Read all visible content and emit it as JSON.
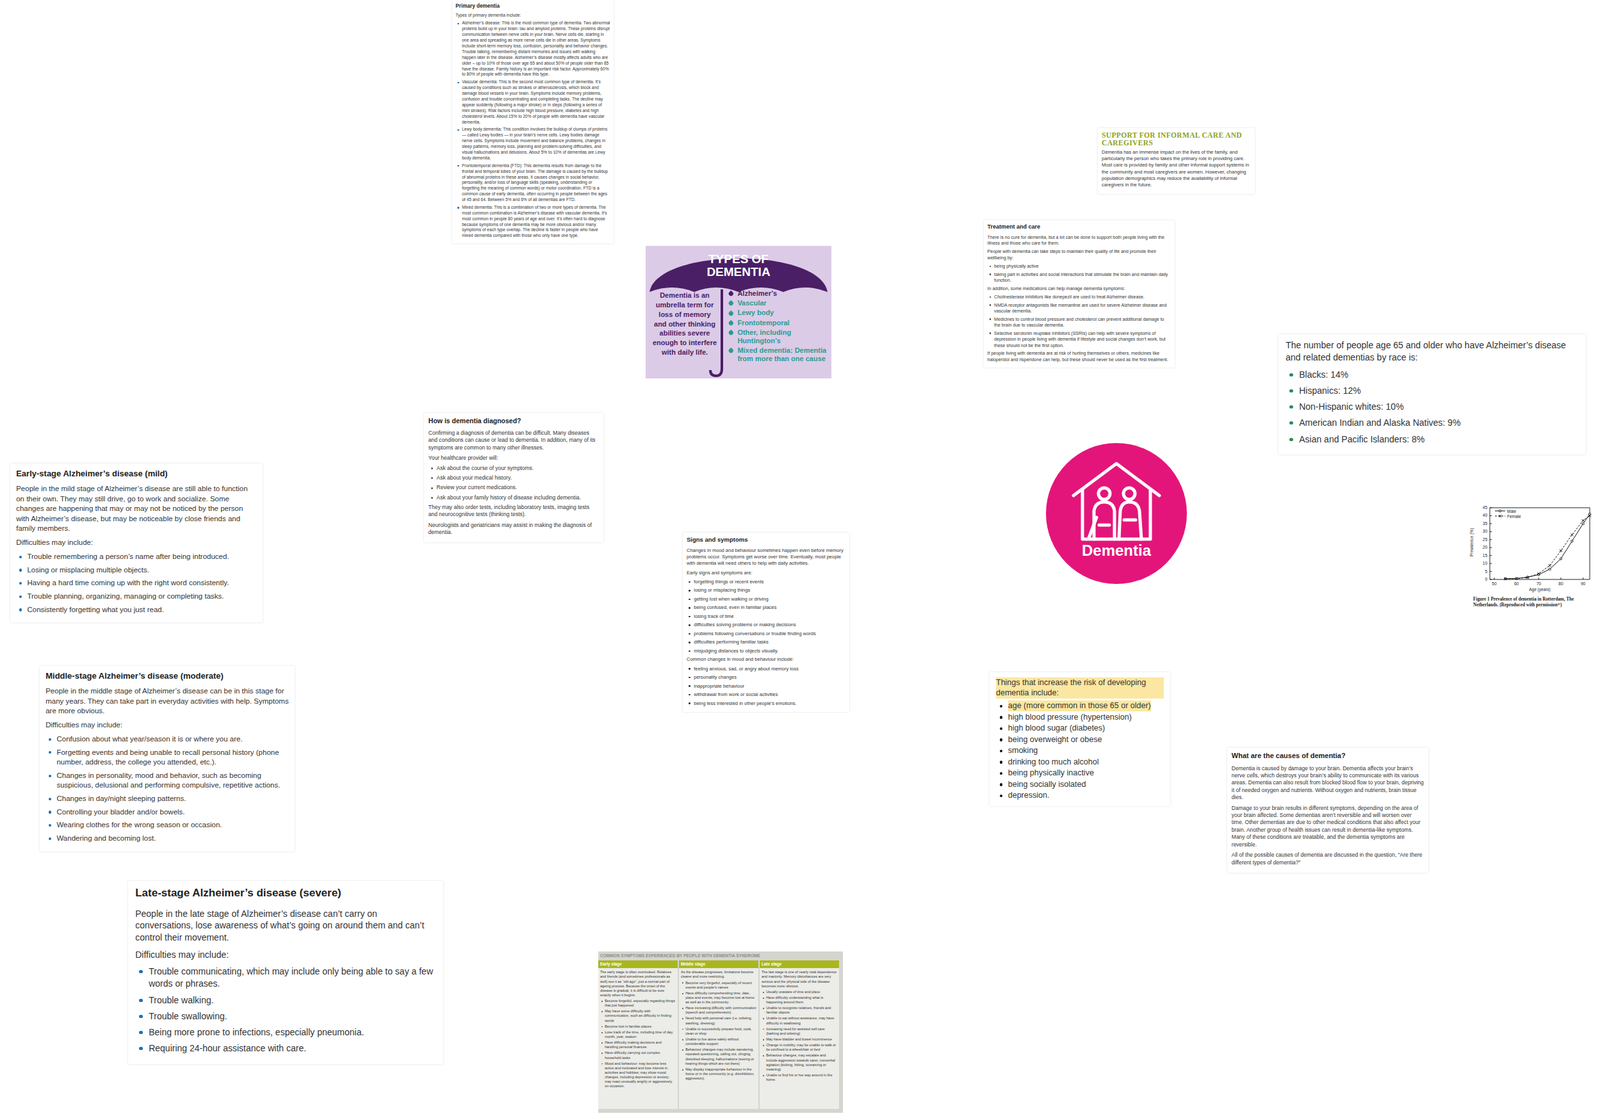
{
  "diagram": {
    "nodes": [
      {
        "text": [
          "Primary dementia",
          "Types of primary dementia include:",
          "Alzheimer’s disease: This is the most common type of dementia. Two abnormal proteins build up in your brain: tau and amyloid proteins. These proteins disrupt communication between nerve cells in your brain. Nerve cells die, starting in one area and spreading as more nerve cells die in other areas. Symptoms include short-term memory loss, confusion, personality and behavior changes. Trouble talking, remembering distant memories and issues with walking happen later in the disease. Alzheimer’s disease mostly affects adults who are older – up to 10% of those over age 65 and about 50% of people older than 85 have the disease. Family history is an important risk factor. Approximately 60% to 80% of people with dementia have this type.",
          "Vascular dementia: This is the second most common type of dementia. It’s caused by conditions such as strokes or atherosclerosis, which block and damage blood vessels in your brain. Symptoms include memory problems, confusion and trouble concentrating and completing tasks. The decline may appear suddenly (following a major stroke) or in steps (following a series of mini strokes). Risk factors include high blood pressure, diabetes and high cholesterol levels. About 15% to 20% of people with dementia have vascular dementia.",
          "Lewy body dementia: This condition involves the buildup of clumps of proteins — called Lewy bodies — in your brain’s nerve cells. Lewy bodies damage nerve cells. Symptoms include movement and balance problems, changes in sleep patterns, memory loss, planning and problem-solving difficulties, and visual hallucinations and delusions. About 5% to 10% of dementias are Lewy body dementia.",
          "Frontotemporal dementia (FTD): This dementia results from damage to the frontal and temporal lobes of your brain. The damage is caused by the buildup of abnormal proteins in these areas. It causes changes in social behavior, personality, and/or loss of language skills (speaking, understanding or forgetting the meaning of common words) or motor coordination. FTD is a common cause of early dementia, often occurring in people between the ages of 45 and 64. Between 5% and 6% of all dementias are FTD.",
          "Mixed dementia: This is a combination of two or more types of dementia. The most common combination is Alzheimer’s disease with vascular dementia. It’s most common in people 80 years of age and over. It’s often hard to diagnose because symptoms of one dementia may be more obvious and/or many symptoms of each type overlap. The decline is faster in people who have mixed dementia compared with those who only have one type."
        ]
      },
      {
        "text": [
          "SUPPORT FOR INFORMAL CARE AND CAREGIVERS",
          "Dementia has an immense impact on the lives of the family, and particularly the person who takes the primary role in providing care. Most care is provided by family and other informal support systems in the community and most caregivers are women. However, changing population demographics may reduce the availability of informal caregivers in the future."
        ]
      },
      {
        "text": [
          "Treatment and care",
          "There is no cure for dementia, but a lot can be done to support both people living with the illness and those who care for them.",
          "People with dementia can take steps to maintain their quality of life and promote their wellbeing by:",
          "being physically active",
          "taking part in activities and social interactions that stimulate the brain and maintain daily function.",
          "In addition, some medications can help manage dementia symptoms:",
          "Cholinesterase inhibitors like donepezil are used to treat Alzheimer disease.",
          "NMDA receptor antagonists like memantine are used for severe Alzheimer disease and vascular dementia.",
          "Medicines to control blood pressure and cholesterol can prevent additional damage to the brain due to vascular dementia.",
          "Selective serotonin reuptake inhibitors (SSRIs) can help with severe symptoms of depression in people living with dementia if lifestyle and social changes don’t work, but these should not be the first option.",
          "If people living with dementia are at risk of hurting themselves or others, medicines like haloperidol and risperidone can help, but these should never be used as the first treatment."
        ]
      },
      {
        "text": [
          "TYPES OF DEMENTIA",
          "Dementia is an umbrella term for loss of memory and other thinking abilities severe enough to interfere with daily life.",
          "Alzheimer’s",
          "Vascular",
          "Lewy body",
          "Frontotemporal",
          "Other, including Huntington’s",
          "Mixed dementia: Dementia from more than one cause"
        ]
      },
      {
        "text": [
          "The number of people age 65 and older who have Alzheimer’s disease and related dementias by race is:",
          "Blacks: 14%",
          "Hispanics: 12%",
          "Non-Hispanic whites: 10%",
          "American Indian and Alaska Natives: 9%",
          "Asian and Pacific Islanders: 8%"
        ]
      },
      {
        "text": [
          "How is dementia diagnosed?",
          "Confirming a diagnosis of dementia can be difficult. Many diseases and conditions can cause or lead to dementia. In addition, many of its symptoms are common to many other illnesses.",
          "Your healthcare provider will:",
          "Ask about the course of your symptoms.",
          "Ask about your medical history.",
          "Review your current medications.",
          "Ask about your family history of disease including dementia.",
          "They may also order tests, including laboratory tests, imaging tests and neurocognitive tests (thinking tests).",
          "Neurologists and geriatricians may assist in making the diagnosis of dementia."
        ]
      },
      {
        "text": [
          "Dementia"
        ]
      },
      {
        "text": [
          "Early-stage Alzheimer’s disease (mild)",
          "People in the mild stage of Alzheimer’s disease are still able to function on their own. They may still drive, go to work and socialize. Some changes are happening that may or may not be noticed by the person with Alzheimer’s disease, but may be noticeable by close friends and family members.",
          "Difficulties may include:",
          "Trouble remembering a person’s name after being introduced.",
          "Losing or misplacing multiple objects.",
          "Having a hard time coming up with the right word consistently.",
          "Trouble planning, organizing, managing or completing tasks.",
          "Consistently forgetting what you just read."
        ]
      },
      {
        "text": [
          "Signs and symptoms",
          "Changes in mood and behaviour sometimes happen even before memory problems occur. Symptoms get worse over time. Eventually, most people with dementia will need others to help with daily activities.",
          "Early signs and symptoms are:",
          "forgetting things or recent events",
          "losing or misplacing things",
          "getting lost when walking or driving",
          "being confused, even in familiar places",
          "losing track of time",
          "difficulties solving problems or making decisions",
          "problems following conversations or trouble finding words",
          "difficulties performing familiar tasks",
          "misjudging distances to objects visually.",
          "Common changes in mood and behaviour include:",
          "feeling anxious, sad, or angry about memory loss",
          "personality changes",
          "inappropriate behaviour",
          "withdrawal from work or social activities",
          "being less interested in other people’s emotions."
        ]
      },
      {
        "text": [
          "Middle-stage Alzheimer’s disease (moderate)",
          "People in the middle stage of Alzheimer’s disease can be in this stage for many years. They can take part in everyday activities with help. Symptoms are more obvious.",
          "Difficulties may include:",
          "Confusion about what year/season it is or where you are.",
          "Forgetting events and being unable to recall personal history (phone number, address, the college you attended, etc.).",
          "Changes in personality, mood and behavior, such as becoming suspicious, delusional and performing compulsive, repetitive actions.",
          "Changes in day/night sleeping patterns.",
          "Controlling your bladder and/or bowels.",
          "Wearing clothes for the wrong season or occasion.",
          "Wandering and becoming lost."
        ]
      },
      {
        "text": [
          "Things that increase the risk of developing dementia include:",
          "age (more common in those 65 or older)",
          "high blood pressure (hypertension)",
          "high blood sugar (diabetes)",
          "being overweight or obese",
          "smoking",
          "drinking too much alcohol",
          "being physically inactive",
          "being socially isolated",
          "depression."
        ]
      },
      {
        "text": [
          "What are the causes of dementia?",
          "Dementia is caused by damage to your brain. Dementia affects your brain’s nerve cells, which destroys your brain’s ability to communicate with its various areas. Dementia can also result from blocked blood flow to your brain, depriving it of needed oxygen and nutrients. Without oxygen and nutrients, brain tissue dies.",
          "Damage to your brain results in different symptoms, depending on the area of your brain affected. Some dementias aren’t reversible and will worsen over time. Other dementias are due to other medical conditions that also affect your brain. Another group of health issues can result in dementia-like symptoms. Many of these conditions are treatable, and the dementia symptoms are reversible.",
          "All of the possible causes of dementia are discussed in the question, “Are there different types of dementia?”"
        ]
      },
      {
        "text": [
          "Late-stage Alzheimer’s disease (severe)",
          "People in the late stage of Alzheimer’s disease can’t carry on conversations, lose awareness of what’s going on around them and can’t control their movement.",
          "Difficulties may include:",
          "Trouble communicating, which may include only being able to say a few words or phrases.",
          "Trouble walking.",
          "Trouble swallowing.",
          "Being more prone to infections, especially pneumonia.",
          "Requiring 24-hour assistance with care."
        ]
      },
      {
        "text": [
          "COMMON SYMPTOMS EXPERIENCED BY PEOPLE WITH DEMENTIA SYNDROME"
        ]
      },
      {
        "text": [
          "Early stage",
          "The early stage is often overlooked. Relatives and friends (and sometimes professionals as well) see it as “old age”, just a normal part of ageing process. Because the onset of the disease is gradual, it is difficult to be sure exactly when it begins.",
          "Become forgetful, especially regarding things that just happened",
          "May have some difficulty with communication, such as difficulty in finding words",
          "Become lost in familiar places",
          "Lose track of the time, including time of day, month, year, season",
          "Have difficulty making decisions and handling personal finances",
          "Have difficulty carrying out complex household tasks",
          "Mood and behaviour: may become less active and motivated and lose interest in activities and hobbies; may show mood changes, including depression or anxiety; may react unusually angrily or aggressively on occasion."
        ],
        "in": 13
      },
      {
        "text": [
          "Middle stage",
          "As the disease progresses, limitations become clearer and more restricting.",
          "Become very forgetful, especially of recent events and people’s names",
          "Have difficulty comprehending time, date, place and events; may become lost at home as well as in the community",
          "Have increasing difficulty with communication (speech and comprehension)",
          "Need help with personal care (i.e. toileting, washing, dressing)",
          "Unable to successfully prepare food, cook, clean or shop",
          "Unable to live alone safely without considerable support",
          "Behaviour changes may include wandering, repeated questioning, calling out, clinging, disturbed sleeping, hallucinations (seeing or hearing things which are not there)",
          "May display inappropriate behaviour in the home or in the community (e.g. disinhibition, aggression)."
        ],
        "in": 13
      },
      {
        "text": [
          "Late stage",
          "The last stage is one of nearly total dependence and inactivity. Memory disturbances are very serious and the physical side of the disease becomes more obvious.",
          "Usually unaware of time and place",
          "Have difficulty understanding what is happening around them",
          "Unable to recognize relatives, friends and familiar objects",
          "Unable to eat without assistance, may have difficulty in swallowing",
          "Increasing need for assisted self-care (bathing and toileting)",
          "May have bladder and bowel incontinence",
          "Change in mobility, may be unable to walk or be confined to a wheelchair or bed",
          "Behaviour changes, may escalate and include aggression towards carer, nonverbal agitation (kicking, hitting, screaming or moaning)",
          "Unable to find his or her way around in the home."
        ],
        "in": 13
      }
    ],
    "labels": [
      "0",
      "5",
      "10",
      "15",
      "20",
      "25",
      "30",
      "35",
      "40",
      "45",
      "50",
      "60",
      "70",
      "80",
      "90",
      "Prevalence (%)",
      "Age (years)",
      "Figure 1   Prevalence of dementia in Rotterdam, The Netherlands. (Reproduced with permission³⁵)"
    ],
    "legend": [
      {
        "text": "Male"
      },
      {
        "text": "Female"
      }
    ]
  }
}
